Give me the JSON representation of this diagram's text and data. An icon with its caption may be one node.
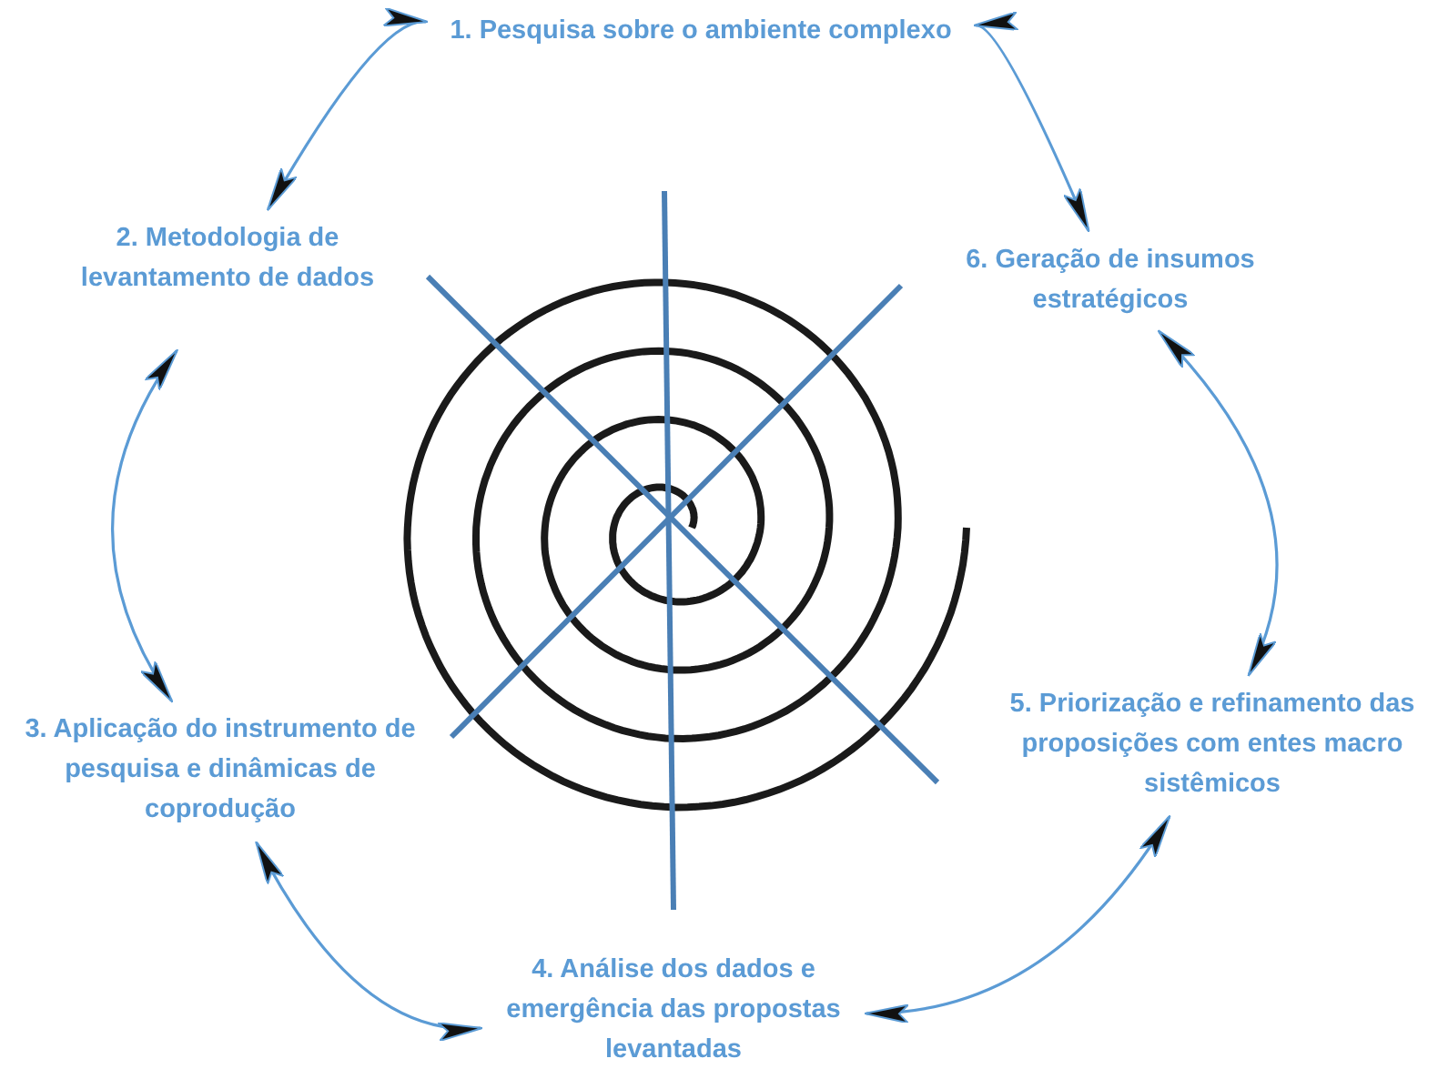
{
  "diagram": {
    "nodes": [
      {
        "text": [
          "1. Pesquisa sobre o ambiente complexo"
        ]
      },
      {
        "text": [
          "2. Metodologia de levantamento de dados"
        ]
      },
      {
        "text": [
          "3. Aplicação do instrumento de pesquisa e dinâmicas de coprodução"
        ]
      },
      {
        "text": [
          "4. Análise dos dados e emergência das propostas levantadas"
        ]
      },
      {
        "text": [
          "5. Priorização e refinamento das proposições com entes macro sistêmicos"
        ]
      },
      {
        "text": [
          "6. Geração de insumos estratégicos"
        ]
      }
    ],
    "edges": [
      {
        "from": 0,
        "to": 1,
        "arrow": "both"
      },
      {
        "from": 1,
        "to": 2,
        "arrow": "both"
      },
      {
        "from": 2,
        "to": 3,
        "arrow": "both"
      },
      {
        "from": 3,
        "to": 4,
        "arrow": "both"
      },
      {
        "from": 4,
        "to": 5,
        "arrow": "both"
      },
      {
        "from": 5,
        "to": 0,
        "arrow": "both"
      }
    ]
  }
}
